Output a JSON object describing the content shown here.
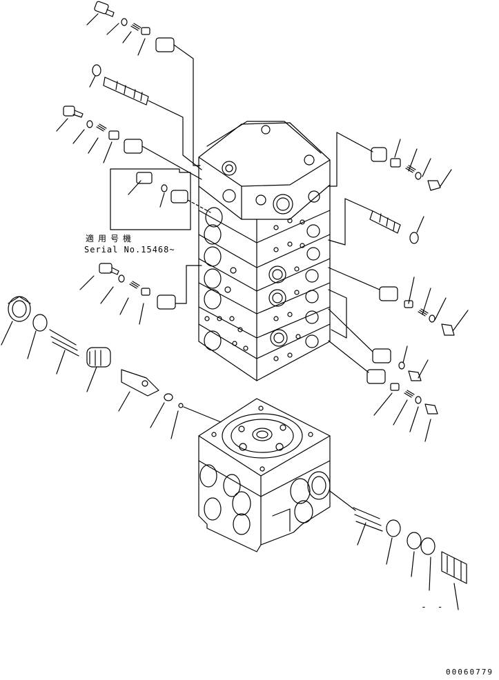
{
  "serial_note": {
    "japanese": "適用号機",
    "english": "Serial No.15468~"
  },
  "dash_mark": "- -",
  "drawing_number": "00060779",
  "line_color": "#000000",
  "background_color": "#ffffff"
}
